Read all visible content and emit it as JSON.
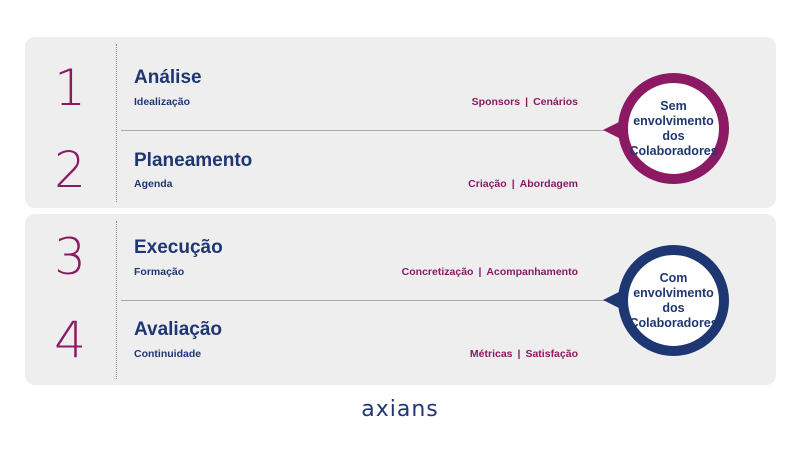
{
  "sections": [
    {
      "phases": [
        {
          "number": "1",
          "title": "Análise",
          "subtitle": "Idealização",
          "tags": [
            "Sponsors",
            "Cenários"
          ]
        },
        {
          "number": "2",
          "title": "Planeamento",
          "subtitle": "Agenda",
          "tags": [
            "Criação",
            "Abordagem"
          ]
        }
      ],
      "circle": {
        "lines": [
          "Sem",
          "envolvimento",
          "dos",
          "Colaboradores"
        ],
        "color": "#8b1a63"
      }
    },
    {
      "phases": [
        {
          "number": "3",
          "title": "Execução",
          "subtitle": "Formação",
          "tags": [
            "Concretização",
            "Acompanhamento"
          ]
        },
        {
          "number": "4",
          "title": "Avaliação",
          "subtitle": "Continuidade",
          "tags": [
            "Métricas",
            "Satisfação"
          ]
        }
      ],
      "circle": {
        "lines": [
          "Com",
          "envolvimento",
          "dos",
          "Colaboradores"
        ],
        "color": "#1e3773"
      }
    }
  ],
  "separator": "|",
  "logo": "axians",
  "colors": {
    "accent": "#8b1a63",
    "primary": "#1e3773",
    "panel": "#eeeeef"
  }
}
